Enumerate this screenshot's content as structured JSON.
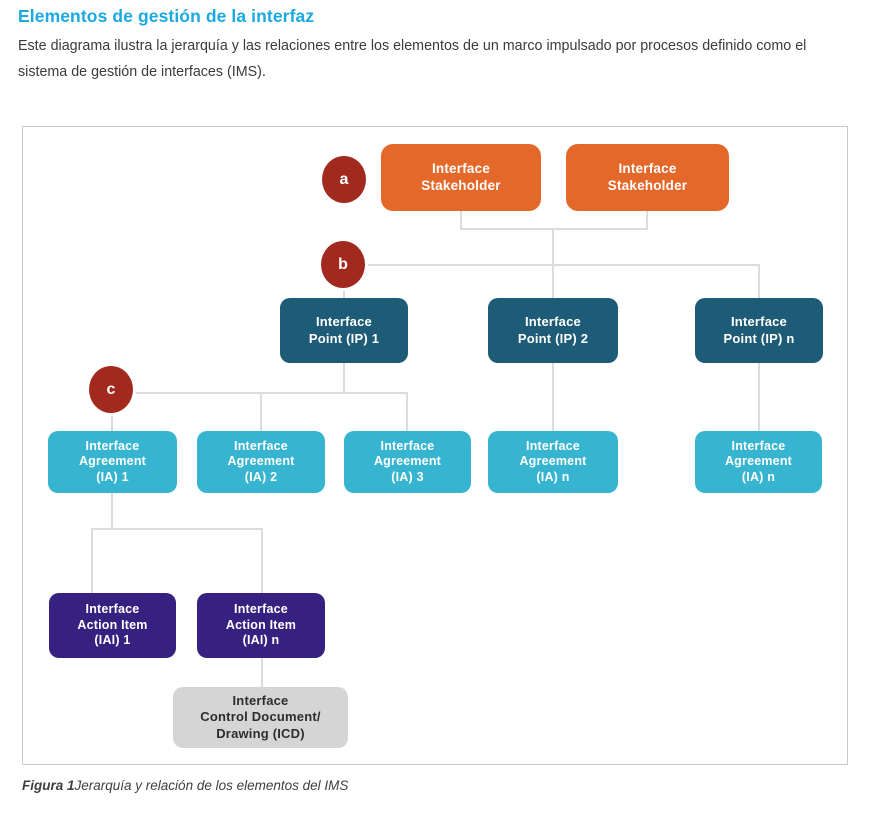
{
  "page": {
    "title": "Elementos de gestión de la interfaz",
    "intro": "Este diagrama ilustra la jerarquía y las relaciones entre los elementos de un marco impulsado por procesos definido como el sistema de gestión de interfaces (IMS).",
    "caption_label": "Figura 1",
    "caption_text": "Jerarquía y relación de los elementos del IMS"
  },
  "colors": {
    "title_accent": "#1aa9e1",
    "stakeholder_orange": "#e5682b",
    "interface_point_teal": "#1e5b76",
    "interface_agreement_cyan": "#36b4d0",
    "action_item_purple": "#372180",
    "icd_gray": "#d5d5d5",
    "marker_red": "#a1291e",
    "connector_gray": "#dcdcdc"
  },
  "diagram": {
    "markers": [
      {
        "id": "a",
        "label": "a"
      },
      {
        "id": "b",
        "label": "b"
      },
      {
        "id": "c",
        "label": "c"
      }
    ],
    "nodes": [
      {
        "id": "stakeholder-1",
        "label": "Interface\nStakeholder"
      },
      {
        "id": "stakeholder-2",
        "label": "Interface\nStakeholder"
      },
      {
        "id": "interface-point-1",
        "label": "Interface\nPoint (IP) 1"
      },
      {
        "id": "interface-point-2",
        "label": "Interface\nPoint (IP) 2"
      },
      {
        "id": "interface-point-n",
        "label": "Interface\nPoint (IP) n"
      },
      {
        "id": "interface-agreement-1",
        "label": "Interface\nAgreement\n(IA) 1"
      },
      {
        "id": "interface-agreement-2",
        "label": "Interface\nAgreement\n(IA) 2"
      },
      {
        "id": "interface-agreement-3",
        "label": "Interface\nAgreement\n(IA) 3"
      },
      {
        "id": "interface-agreement-n-mid",
        "label": "Interface\nAgreement\n(IA) n"
      },
      {
        "id": "interface-agreement-n-right",
        "label": "Interface\nAgreement\n(IA) n"
      },
      {
        "id": "interface-action-item-1",
        "label": "Interface\nAction Item\n(IAI) 1"
      },
      {
        "id": "interface-action-item-n",
        "label": "Interface\nAction Item\n(IAI) n"
      },
      {
        "id": "interface-control-document",
        "label": "Interface\nControl Document/\nDrawing (ICD)"
      }
    ]
  }
}
